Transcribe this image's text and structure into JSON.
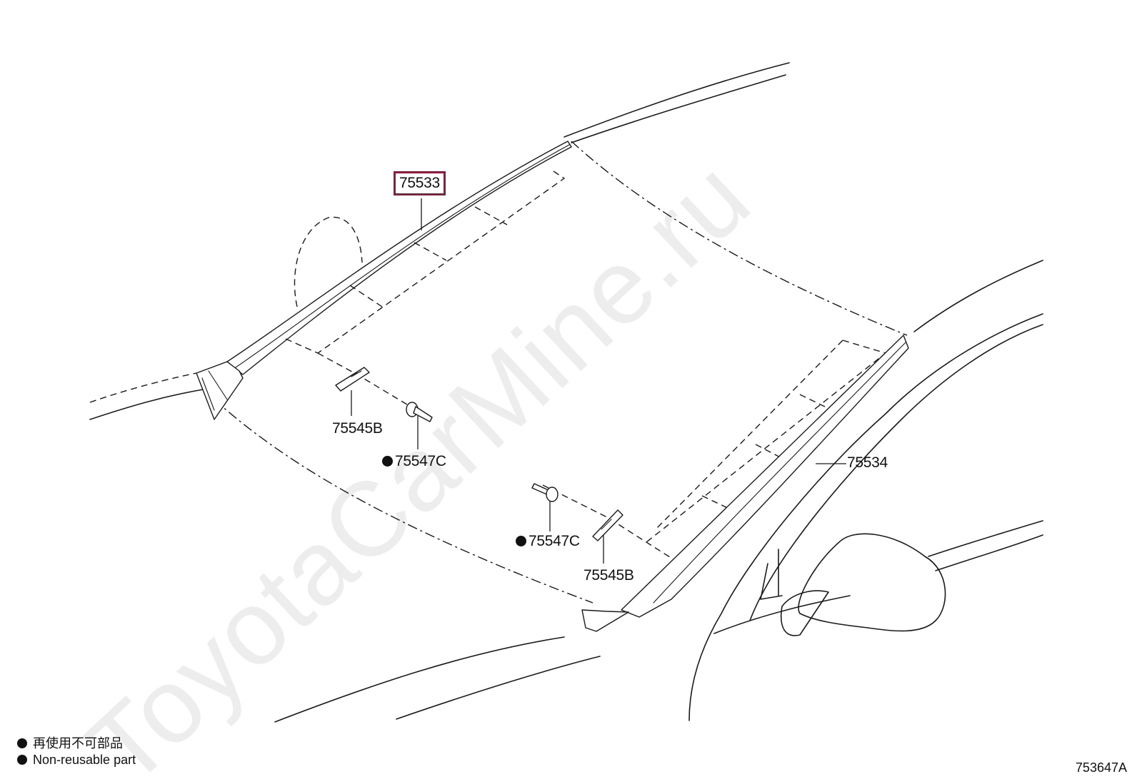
{
  "callouts": {
    "highlighted": "75533",
    "right_molding": "75534",
    "clip_left": "75545B",
    "clip_right": "75545B",
    "rivet_left": "75547C",
    "rivet_right": "75547C"
  },
  "legend": {
    "japanese": "再使用不可部品",
    "english": "Non-reusable part"
  },
  "diagram_code": "753647A",
  "watermark": "ToyotaCarMine.ru",
  "colors": {
    "highlight_box": "#8b1c3a",
    "ink": "#1a1a1a"
  }
}
